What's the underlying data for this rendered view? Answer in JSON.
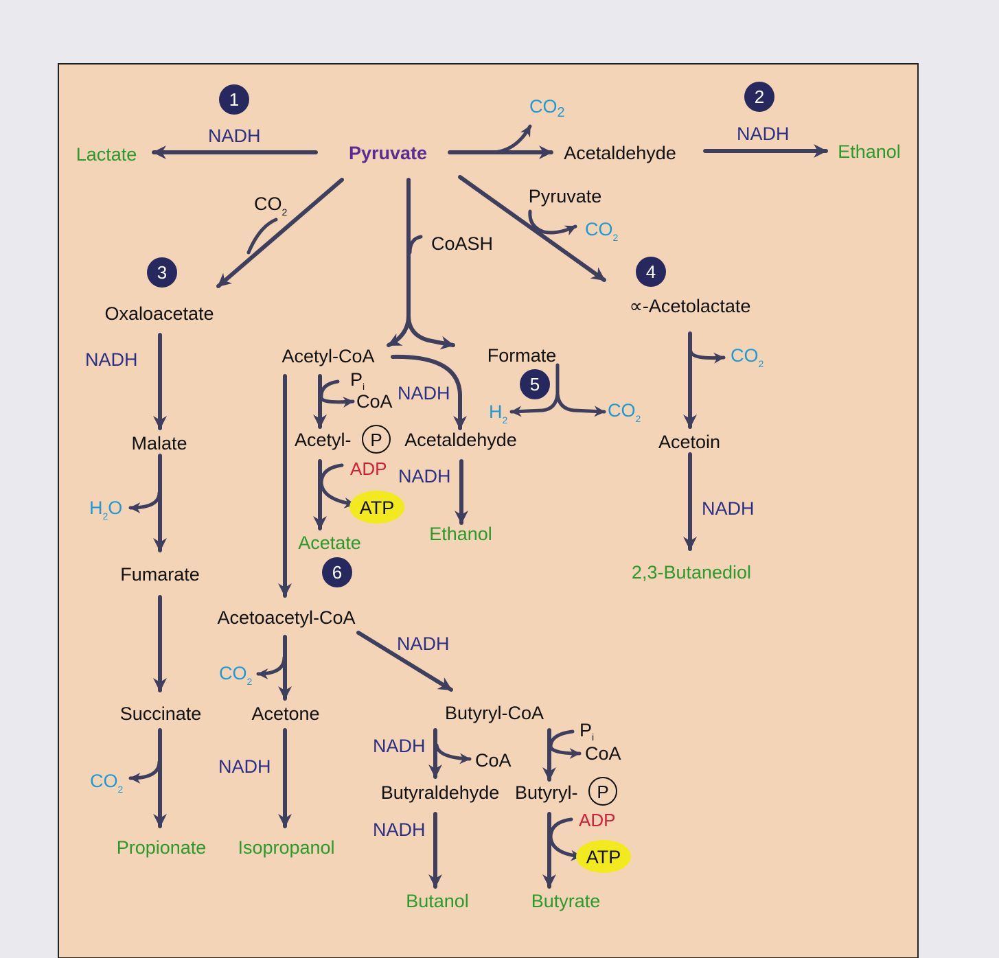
{
  "colors": {
    "panel": "#f3d4b6",
    "arrow": "#3e3e5e",
    "product": "#2a9a2c",
    "cofactor": "#2b2f86",
    "gas": "#1c9ad6",
    "adp": "#d0203c",
    "atp_bg": "#f2ea1e",
    "pyruvate": "#5b2d92",
    "badge": "#26285e",
    "text": "#111111"
  },
  "steps": [
    {
      "id": "1",
      "label": "1"
    },
    {
      "id": "2",
      "label": "2"
    },
    {
      "id": "3",
      "label": "3"
    },
    {
      "id": "4",
      "label": "4"
    },
    {
      "id": "5",
      "label": "5"
    },
    {
      "id": "6",
      "label": "6"
    }
  ],
  "compounds": {
    "pyruvate": "Pyruvate",
    "lactate": "Lactate",
    "acetaldehyde_top": "Acetaldehyde",
    "ethanol_top": "Ethanol",
    "pyruvate_2": "Pyruvate",
    "oxaloacetate": "Oxaloacetate",
    "acetolactate": "∝-Acetolactate",
    "acetyl_coa": "Acetyl-CoA",
    "formate": "Formate",
    "malate": "Malate",
    "acetyl_p": "Acetyl-",
    "acetaldehyde_mid": "Acetaldehyde",
    "acetoin": "Acetoin",
    "fumarate": "Fumarate",
    "acetate": "Acetate",
    "ethanol_mid": "Ethanol",
    "butanediol": "2,3-Butanediol",
    "acetoacetyl_coa": "Acetoacetyl-CoA",
    "succinate": "Succinate",
    "acetone": "Acetone",
    "butyryl_coa": "Butyryl-CoA",
    "butyraldehyde": "Butyraldehyde",
    "butyryl_p": "Butyryl-",
    "propionate": "Propionate",
    "isopropanol": "Isopropanol",
    "butanol": "Butanol",
    "butyrate": "Butyrate"
  },
  "cofactors": {
    "nadh_lactate": "NADH",
    "nadh_ethanol_top": "NADH",
    "nadh_malate": "NADH",
    "nadh_acetaldehyde": "NADH",
    "nadh_ethanol_mid": "NADH",
    "nadh_butanediol": "NADH",
    "nadh_butyryl": "NADH",
    "nadh_isopropanol": "NADH",
    "nadh_butyraldehyde": "NADH",
    "nadh_butanol": "NADH",
    "coash": "CoASH",
    "coa_acetyl": "CoA",
    "coa_butyraldehyde": "CoA",
    "coa_butyryl": "CoA",
    "pi": "P",
    "pi_sub": "i",
    "p_circle": "P",
    "adp": "ADP",
    "atp": "ATP"
  },
  "gases": {
    "co2": "CO",
    "co2_sub": "2",
    "h2": "H",
    "h2_sub": "2",
    "h2o": "H",
    "h2o_sub": "2",
    "h2o_o": "O"
  }
}
